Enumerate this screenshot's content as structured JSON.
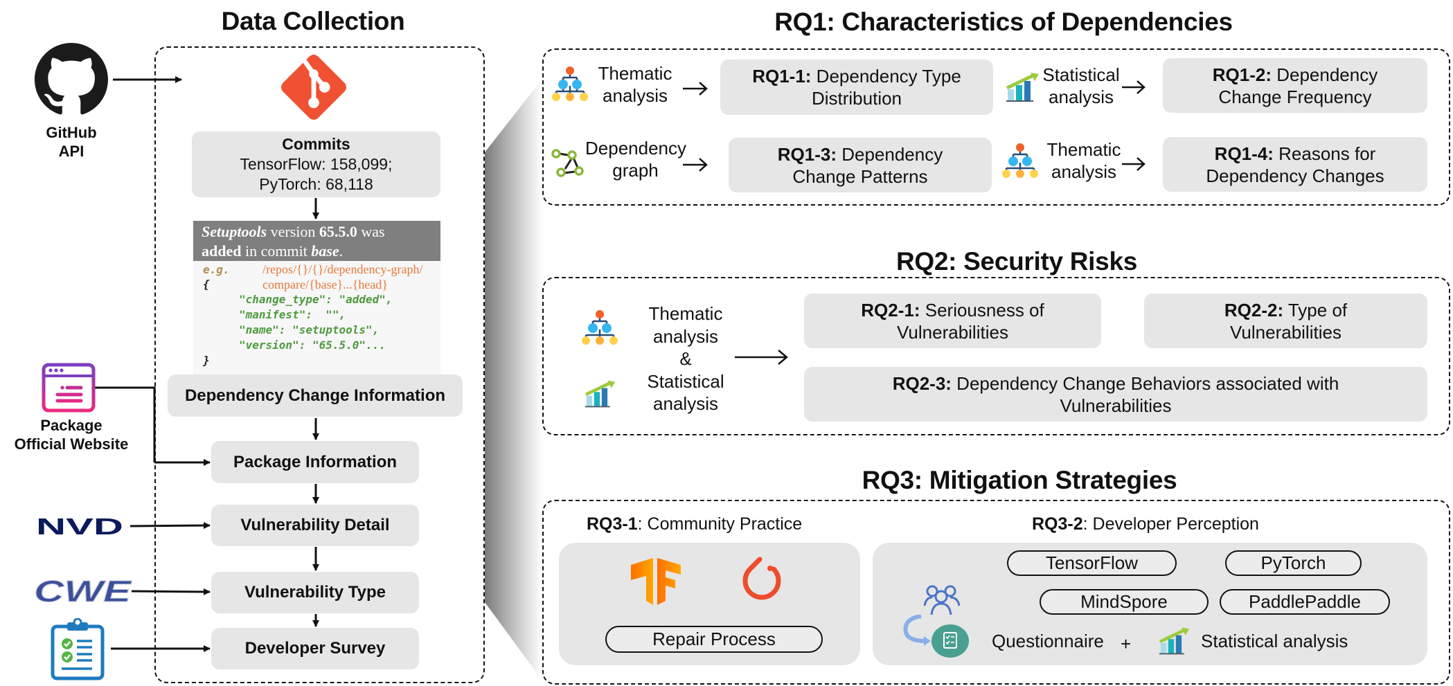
{
  "data_collection": {
    "title": "Data Collection",
    "sources": {
      "github": {
        "icon": "github-icon",
        "label_line1": "GitHub",
        "label_line2": "API"
      },
      "package_website": {
        "icon": "browser-window-icon",
        "label_line1": "Package",
        "label_line2": "Official Website"
      },
      "nvd": {
        "icon": "nvd-logo",
        "label": "NVD"
      },
      "cwe": {
        "icon": "cwe-logo",
        "label": "CWE"
      },
      "survey": {
        "icon": "clipboard-checklist-icon"
      }
    },
    "git_icon": "git-logo",
    "commits": {
      "title": "Commits",
      "line1": "TensorFlow: 158,099;",
      "line2": "PyTorch: 68,118"
    },
    "example": {
      "header_part1": "Setuptools",
      "header_part2": " version ",
      "header_part3": "65.5.0",
      "header_part4": " was",
      "header_part5": "added",
      "header_part6": " in commit ",
      "header_part7": "base",
      "header_part8": ".",
      "eg": "e.g.",
      "url_line1": "/repos/{}/{}/dependency-graph/",
      "url_line2": "compare/{base}...{head}",
      "open_brace": "{",
      "json_lines": [
        "\"change_type\": \"added\",",
        "\"manifest\":  \"\",",
        "\"name\": \"setuptools\",",
        "\"version\": \"65.5.0\"..."
      ],
      "close_brace": "}"
    },
    "steps": [
      "Dependency Change Information",
      "Package Information",
      "Vulnerability Detail",
      "Vulnerability Type",
      "Developer Survey"
    ]
  },
  "rq1": {
    "title": "RQ1: Characteristics of Dependencies",
    "methods": [
      {
        "line1": "Thematic",
        "line2": "analysis",
        "icon": "hierarchy-icon"
      },
      {
        "line1": "Statistical",
        "line2": "analysis",
        "icon": "bar-chart-growth-icon"
      },
      {
        "line1": "Dependency",
        "line2": "graph",
        "icon": "graph-nodes-icon"
      },
      {
        "line1": "Thematic",
        "line2": "analysis",
        "icon": "hierarchy-icon"
      }
    ],
    "items": [
      {
        "id": "RQ1-1:",
        "text": " Dependency Type Distribution"
      },
      {
        "id": "RQ1-2:",
        "text": " Dependency Change Frequency"
      },
      {
        "id": "RQ1-3:",
        "text": " Dependency Change Patterns"
      },
      {
        "id": "RQ1-4:",
        "text": " Reasons for Dependency Changes"
      }
    ]
  },
  "rq2": {
    "title": "RQ2: Security Risks",
    "method_lines": [
      "Thematic",
      "analysis",
      "&",
      "Statistical",
      "analysis"
    ],
    "items": [
      {
        "id": "RQ2-1:",
        "text": " Seriousness of Vulnerabilities"
      },
      {
        "id": "RQ2-2:",
        "text": " Type of Vulnerabilities"
      },
      {
        "id": "RQ2-3:",
        "text": " Dependency Change Behaviors associated with Vulnerabilities"
      }
    ]
  },
  "rq3": {
    "title": "RQ3: Mitigation Strategies",
    "rq3_1": {
      "id": "RQ3-1",
      "text": ": Community  Practice",
      "repair": "Repair Process",
      "logos": [
        "tensorflow-logo",
        "pytorch-logo"
      ]
    },
    "rq3_2": {
      "id": "RQ3-2",
      "text": ": Developer Perception",
      "frameworks": [
        "TensorFlow",
        "PyTorch",
        "MindSpore",
        "PaddlePaddle"
      ],
      "questionnaire": "Questionnaire",
      "plus": "+",
      "statistical": "Statistical analysis"
    }
  },
  "colors": {
    "git": "#f05133",
    "box_gray": "#e6e6e6",
    "code_header": "#7f7f7f",
    "code_green": "#4e9a3f",
    "url_orange": "#e8773a",
    "nvd_navy": "#0b1a5c",
    "cwe_blue": "#3b4f9a",
    "pytorch": "#ee4c2c",
    "tensorflow": "#ff8f00"
  }
}
